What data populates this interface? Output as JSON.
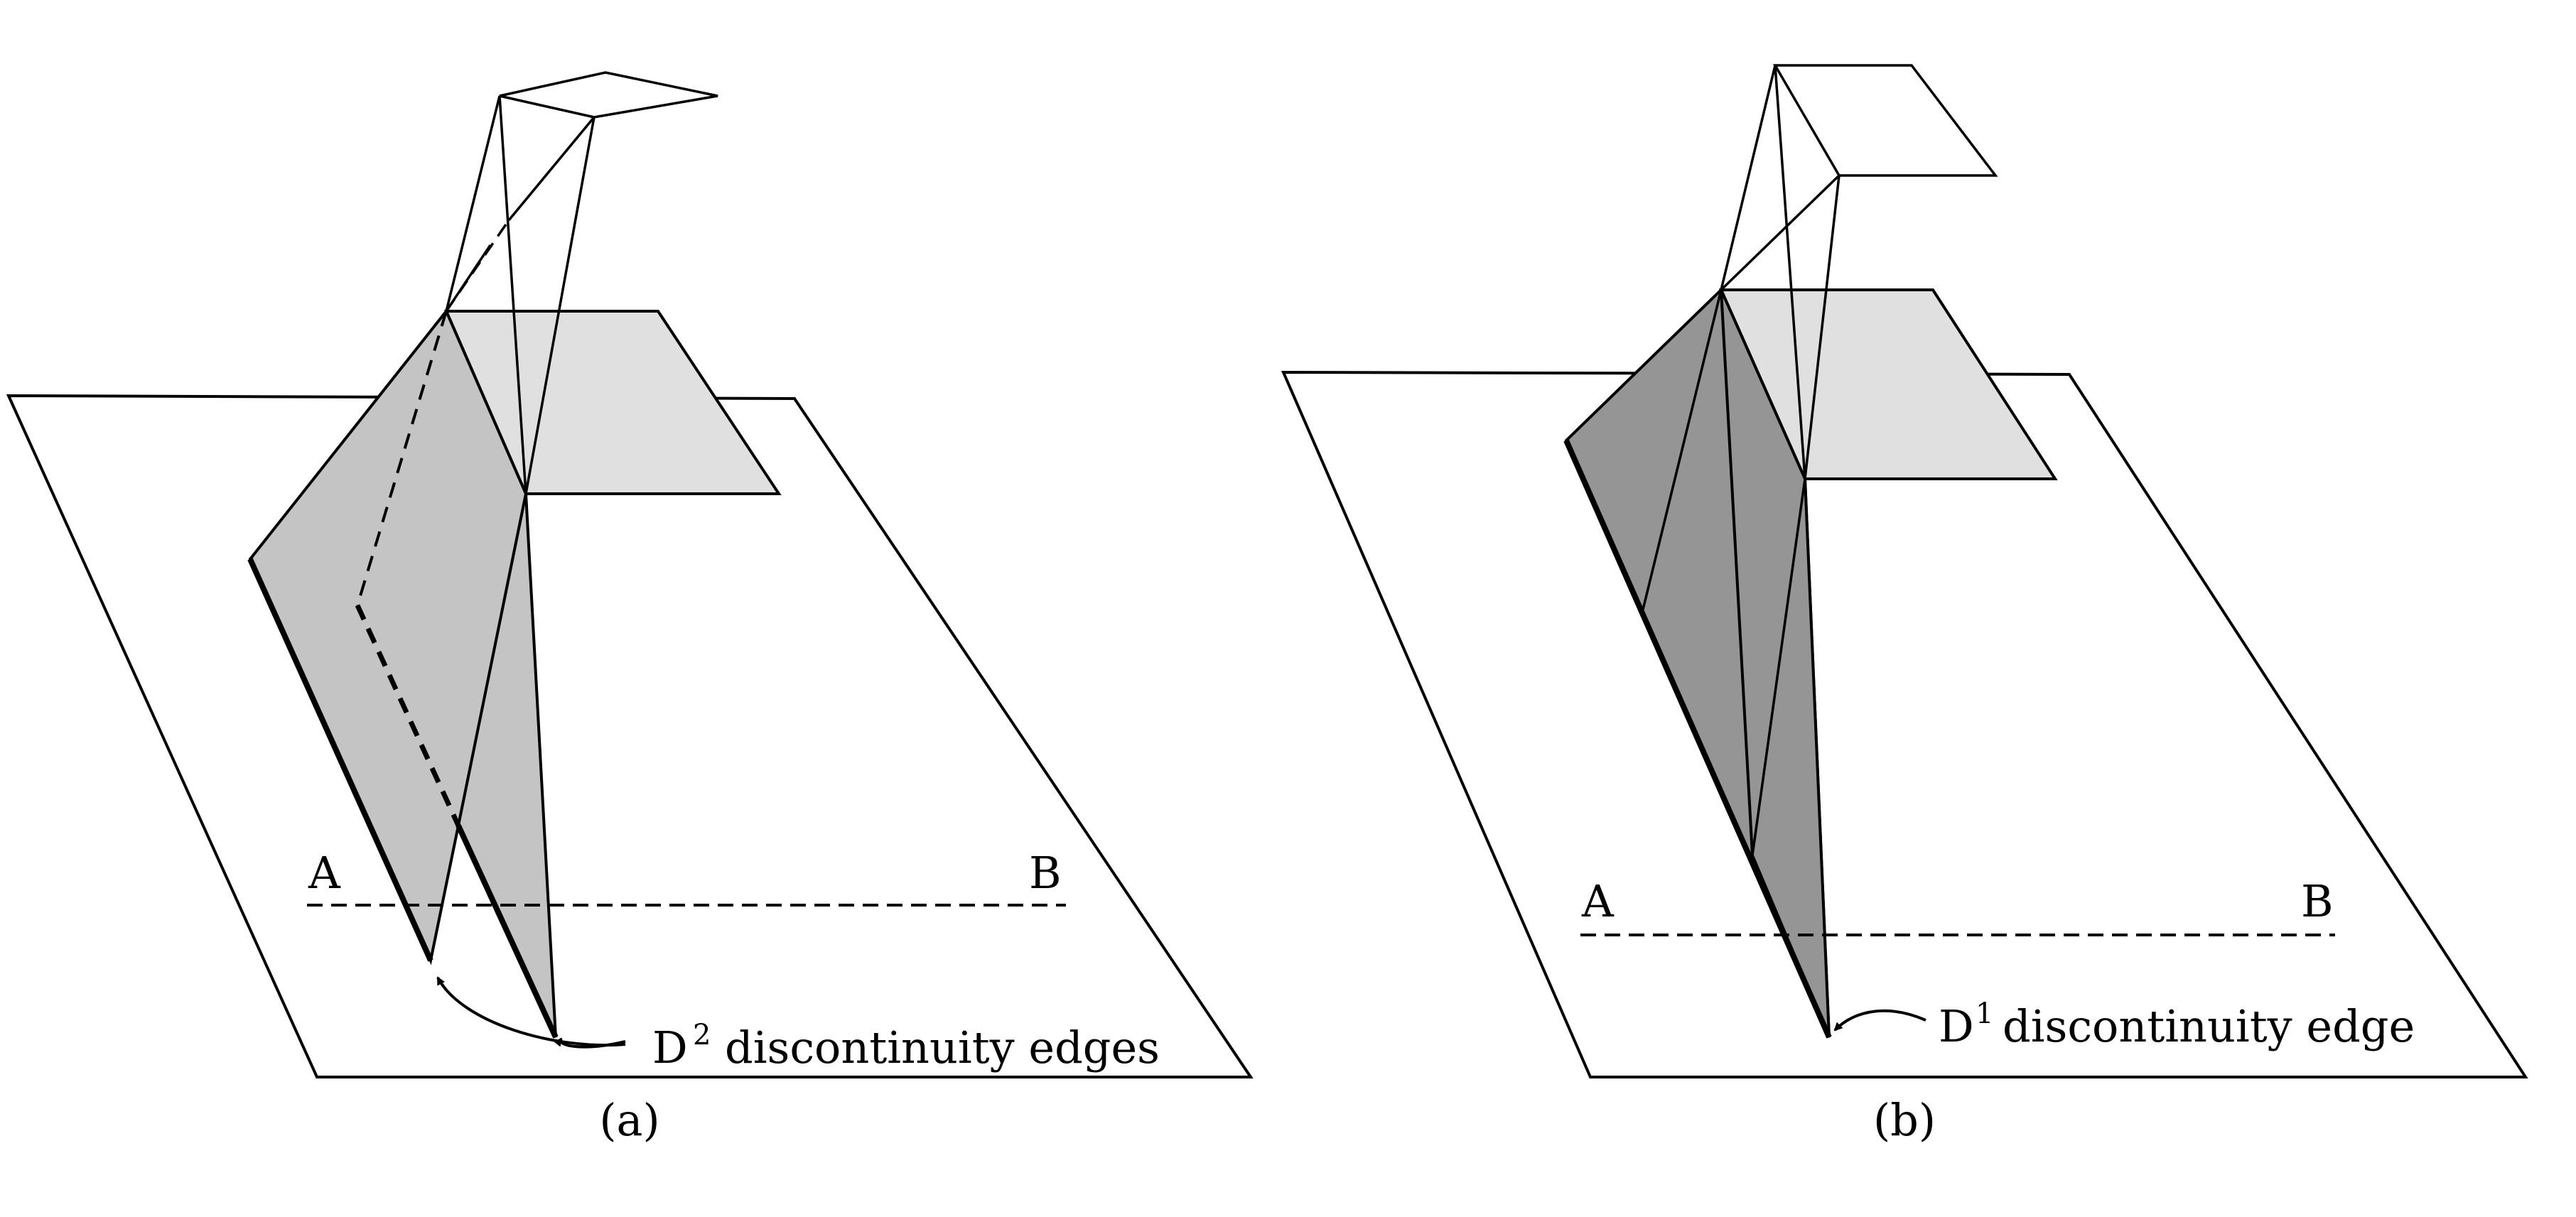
{
  "panels": {
    "a": {
      "caption": "(a)",
      "point_a": "A",
      "point_b": "B",
      "edge_label_base": "D",
      "edge_label_sup": "2",
      "edge_label_text": "discontinuity edges"
    },
    "b": {
      "caption": "(b)",
      "point_a": "A",
      "point_b": "B",
      "edge_label_base": "D",
      "edge_label_sup": "1",
      "edge_label_text": "discontinuity edge"
    }
  },
  "colors": {
    "light_fill": "#e0e0e0",
    "mid_fill": "#c4c4c4",
    "dark_fill": "#959595",
    "stroke": "#000000"
  }
}
